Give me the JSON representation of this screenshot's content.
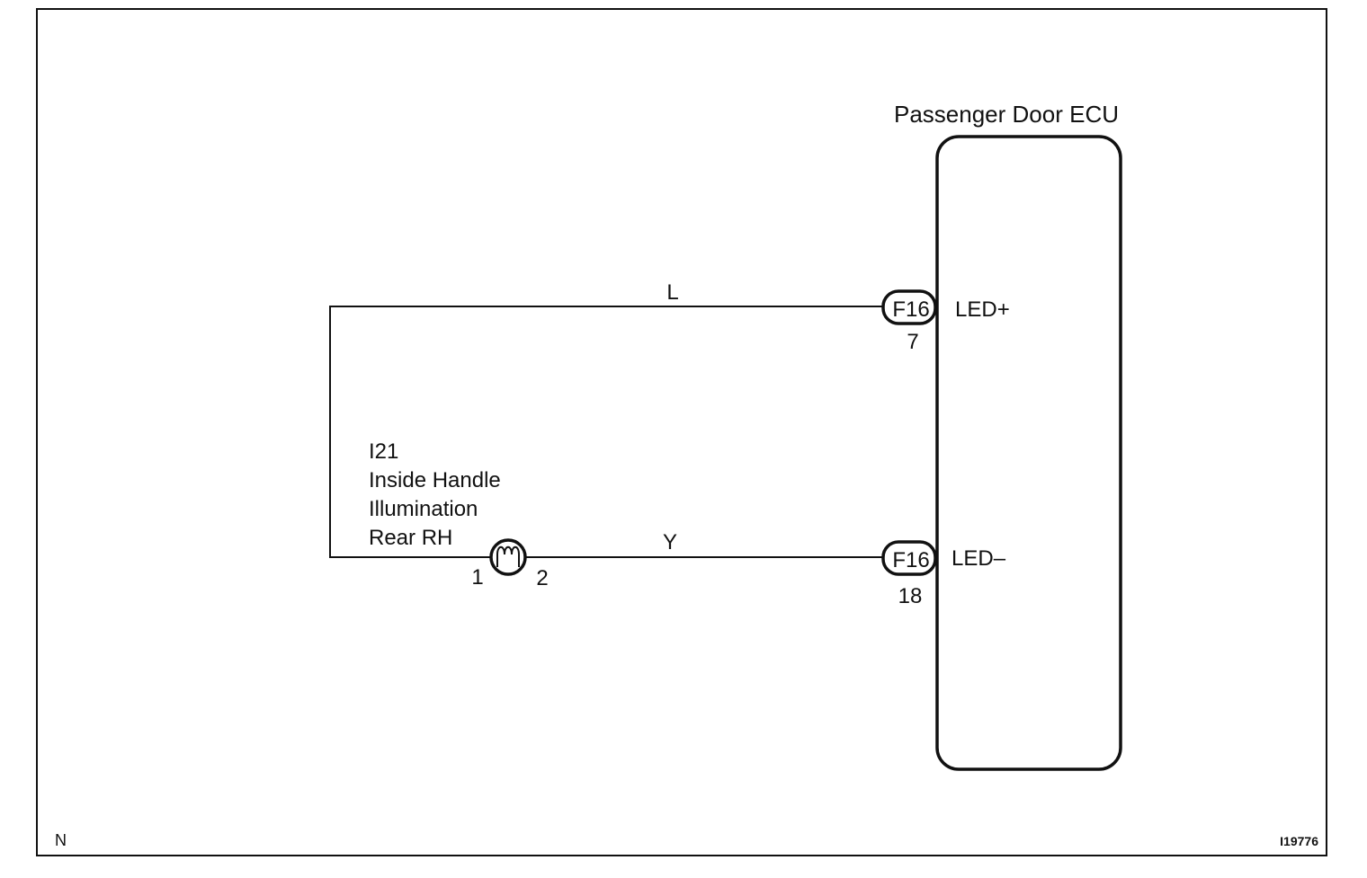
{
  "ecu": {
    "title": "Passenger Door ECU",
    "pin_plus_label": "LED+",
    "pin_minus_label": "LED–"
  },
  "connectors": {
    "top": {
      "name": "F16",
      "pin": "7"
    },
    "bottom": {
      "name": "F16",
      "pin": "18"
    }
  },
  "wires": {
    "top_color": "L",
    "bottom_color": "Y"
  },
  "component": {
    "code": "I21",
    "name_line1": "Inside Handle",
    "name_line2": "Illumination",
    "name_line3": "Rear RH",
    "pin_left": "1",
    "pin_right": "2"
  },
  "footer": {
    "left_mark": "N",
    "figure_id": "I19776"
  }
}
